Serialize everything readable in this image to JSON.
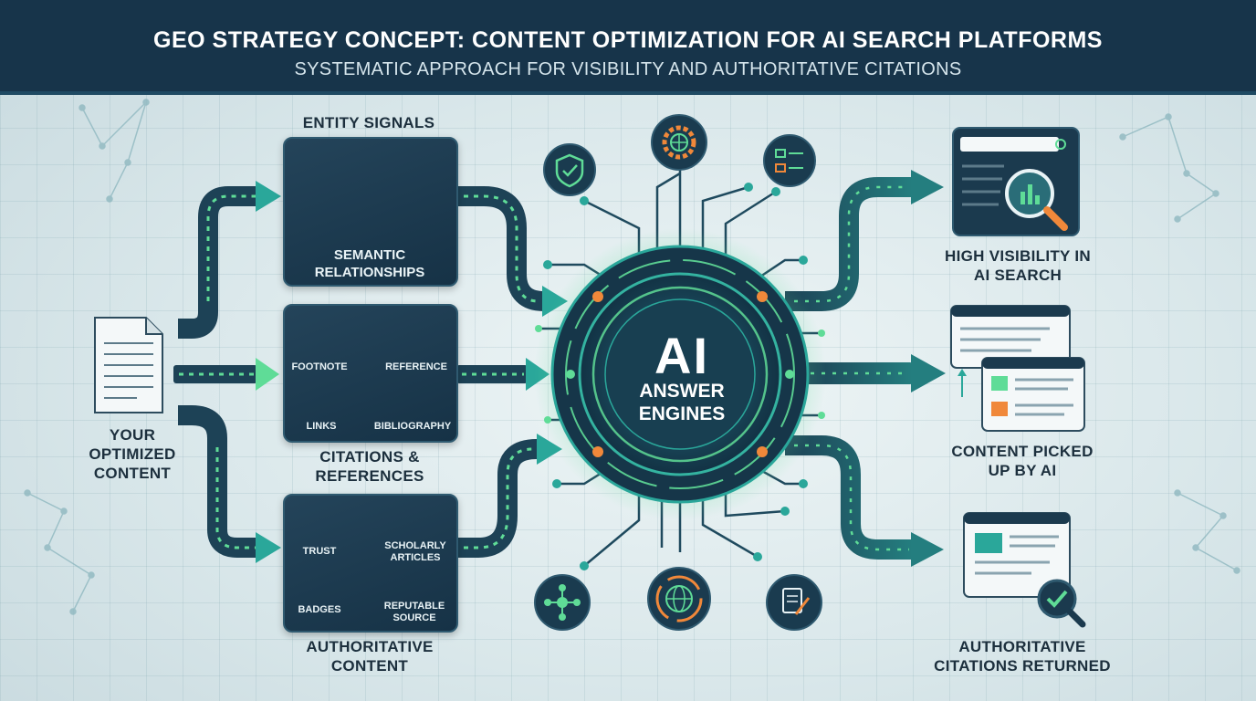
{
  "header": {
    "title": "GEO STRATEGY CONCEPT: CONTENT OPTIMIZATION FOR AI SEARCH PLATFORMS",
    "subtitle": "SYSTEMATIC APPROACH FOR VISIBILITY AND AUTHORITATIVE CITATIONS"
  },
  "source": {
    "label": "YOUR OPTIMIZED CONTENT"
  },
  "entity": {
    "title": "ENTITY SIGNALS",
    "inner": "SEMANTIC RELATIONSHIPS"
  },
  "citations": {
    "title": "CITATIONS & REFERENCES",
    "items": [
      "FOOTNOTE",
      "REFERENCE",
      "LINKS",
      "BIBLIOGRAPHY"
    ]
  },
  "authority": {
    "title": "AUTHORITATIVE CONTENT",
    "items": [
      "TRUST",
      "SCHOLARLY ARTICLES",
      "BADGES",
      "REPUTABLE SOURCE"
    ]
  },
  "hub": {
    "big": "AI",
    "sub": "ANSWER ENGINES"
  },
  "outputs": [
    {
      "label": "HIGH VISIBILITY IN AI SEARCH"
    },
    {
      "label": "CONTENT PICKED UP BY AI"
    },
    {
      "label": "AUTHORITATIVE CITATIONS RETURNED"
    }
  ],
  "colors": {
    "navy": "#17344a",
    "teal": "#2aa79a",
    "green": "#5fdc97",
    "orange": "#f0883a",
    "card": "#1c3a4e"
  }
}
